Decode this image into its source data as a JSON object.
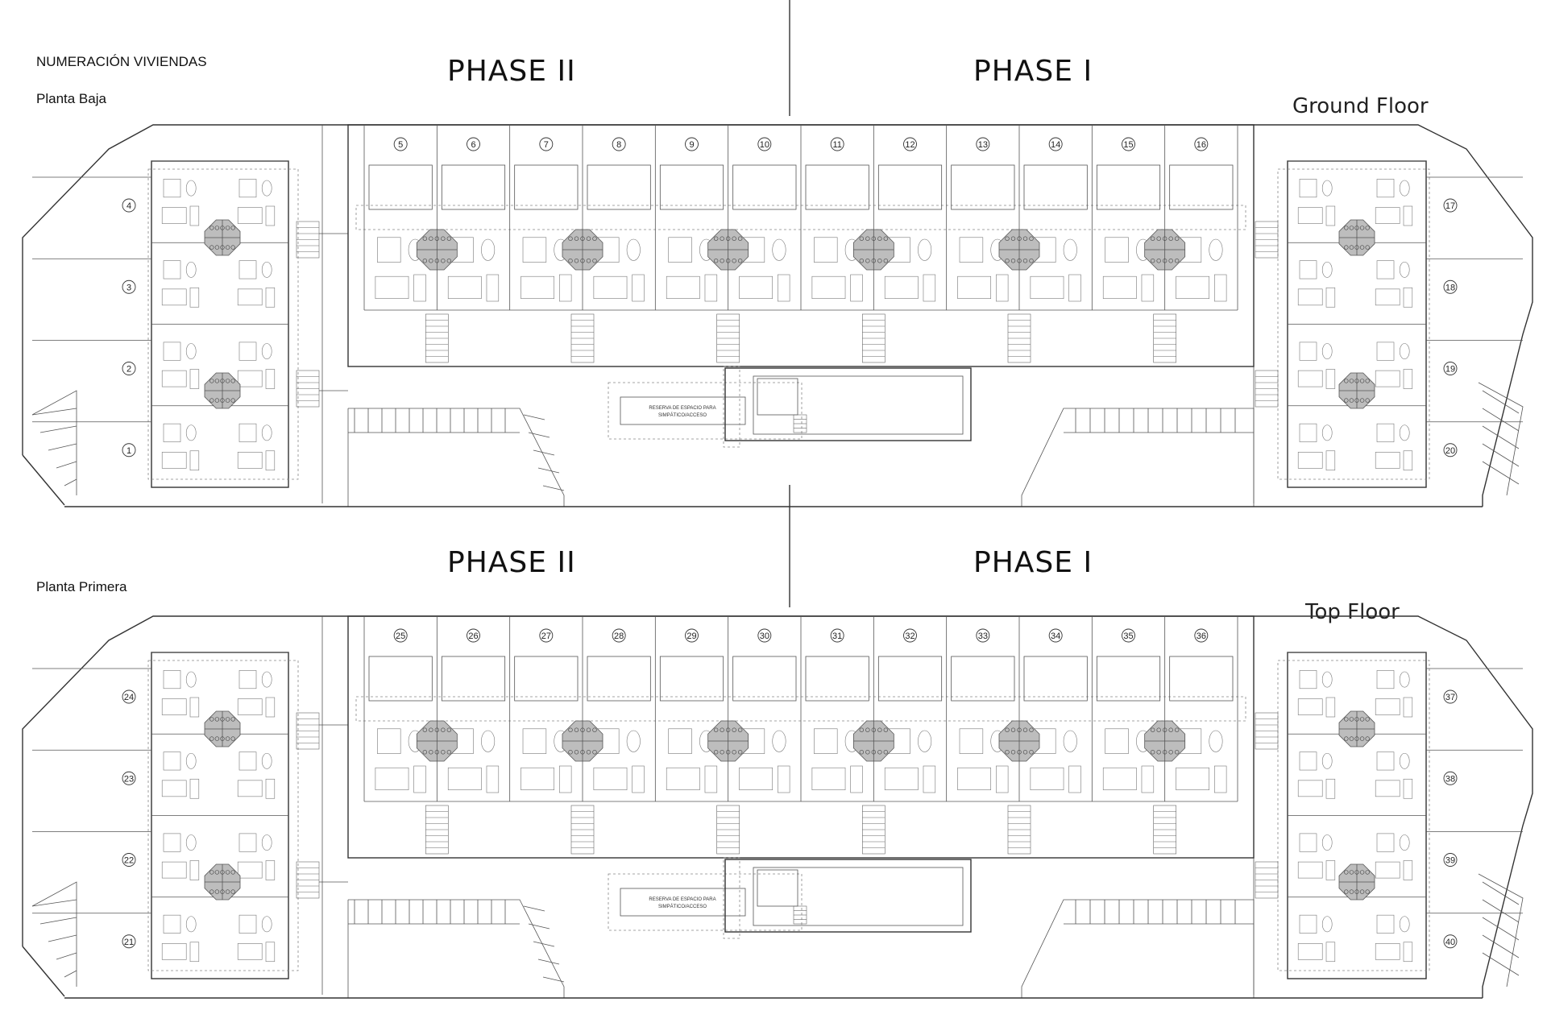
{
  "header": {
    "title": "NUMERACIÓN VIVIENDAS",
    "ground_subtitle": "Planta Baja",
    "first_subtitle": "Planta Primera"
  },
  "plans": [
    {
      "key": "ground",
      "phase_left": "PHASE II",
      "phase_right": "PHASE I",
      "floor_label": "Ground Floor",
      "pool_note_line1": "RESERVA DE ESPACIO PARA",
      "pool_note_line2": "SIMPÁTICO/ACCESO",
      "left_units": [
        "4",
        "3",
        "2",
        "1"
      ],
      "top_units": [
        "5",
        "6",
        "7",
        "8",
        "9",
        "10",
        "11",
        "12",
        "13",
        "14",
        "15",
        "16"
      ],
      "right_units": [
        "17",
        "18",
        "19",
        "20"
      ]
    },
    {
      "key": "first",
      "phase_left": "PHASE II",
      "phase_right": "PHASE I",
      "floor_label": "Top Floor",
      "pool_note_line1": "RESERVA DE ESPACIO PARA",
      "pool_note_line2": "SIMPÁTICO/ACCESO",
      "left_units": [
        "24",
        "23",
        "22",
        "21"
      ],
      "top_units": [
        "25",
        "26",
        "27",
        "28",
        "29",
        "30",
        "31",
        "32",
        "33",
        "34",
        "35",
        "36"
      ],
      "right_units": [
        "37",
        "38",
        "39",
        "40"
      ]
    }
  ]
}
